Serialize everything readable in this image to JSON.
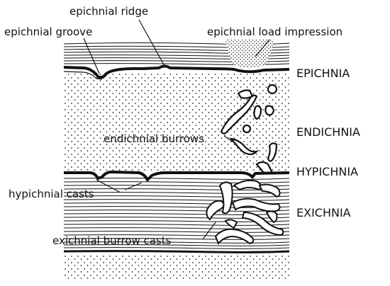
{
  "labels": {
    "epichnial_ridge": "epichnial ridge",
    "epichnial_groove": "epichnial groove",
    "epichnial_load_impression": "epichnial load impression",
    "endichnial_burrows": "endichnial burrows",
    "hypichnial_casts": "hypichnial casts",
    "exichnial_burrow_casts": "exichnial burrow casts"
  },
  "zones": {
    "epichnia": "EPICHNIA",
    "endichnia": "ENDICHNIA",
    "hypichnia": "HYPICHNIA",
    "exichnia": "EXICHNIA"
  }
}
